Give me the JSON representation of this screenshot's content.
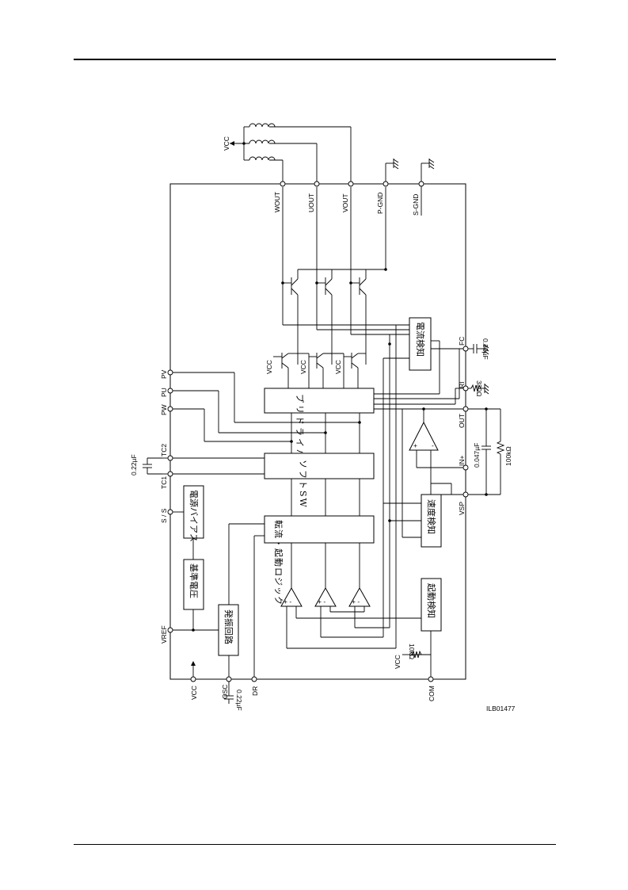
{
  "diagram_id": "ILB01477",
  "pins": {
    "wout": "WOUT",
    "uout": "UOUT",
    "vout": "VOUT",
    "pgnd": "P-GND",
    "sgnd": "S-GND",
    "pv": "PV",
    "pu": "PU",
    "pw": "PW",
    "tc2": "TC2",
    "tc1": "TC1",
    "ss": "S / S",
    "vref": "VREF",
    "vcc": "VCC",
    "osc": "OSC",
    "dr": "DR",
    "com": "COM",
    "fc": "FC",
    "ri": "RI",
    "out": "OUT",
    "in_plus": "IN+",
    "vsp": "VSP"
  },
  "vcc_label": "VCC",
  "blocks": {
    "current_detect": "電流検知",
    "pre_driver": "プリドライバ",
    "soft_sw": "ソフトSW",
    "commutation_logic": "転流・起動ロジック",
    "power_bias": "電源バイアス",
    "ref_voltage": "基準電圧",
    "oscillator": "発振回路",
    "speed_detect": "速度検知",
    "start_detect": "起動検知"
  },
  "components": {
    "fc_cap": "0.22µF",
    "ri_res": "330Ω",
    "tc_cap": "0.22µF",
    "osc_cap": "0.22µF",
    "in_cap": "0.047µF",
    "in_res": "100kΩ",
    "com_res": "10kΩ"
  }
}
